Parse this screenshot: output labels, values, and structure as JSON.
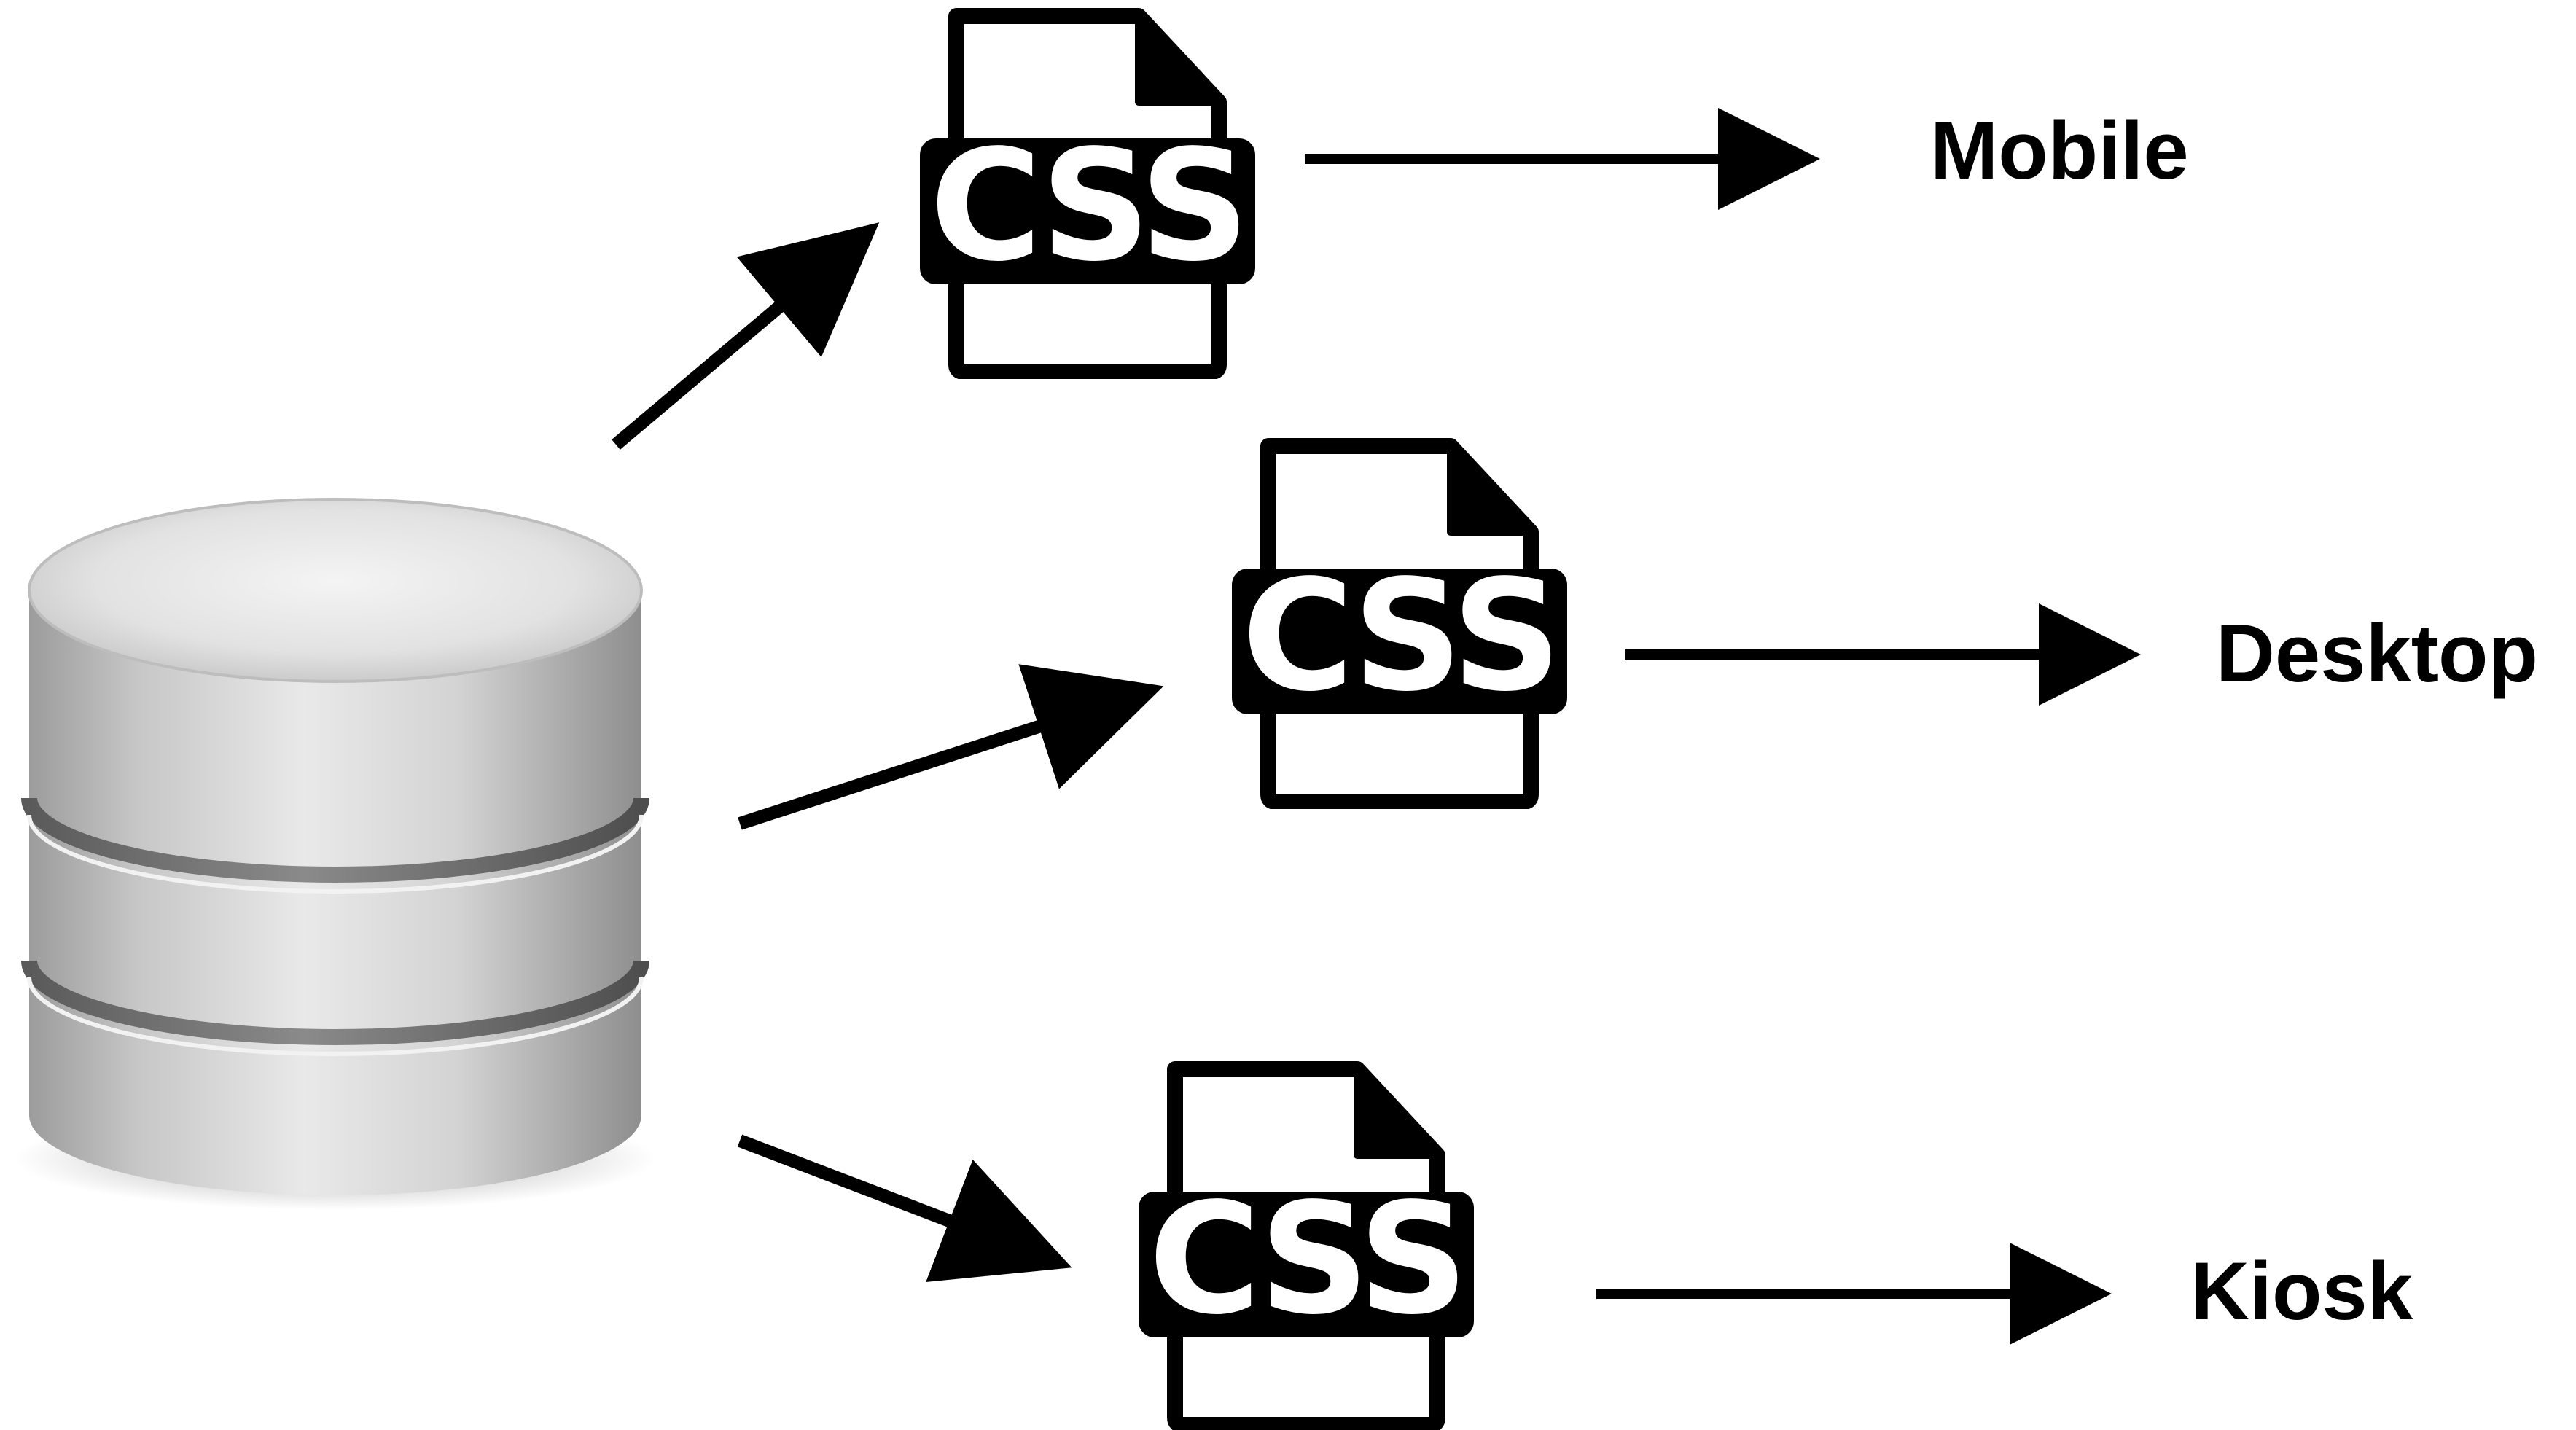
{
  "file_badge_text": "CSS",
  "targets": {
    "mobile": "Mobile",
    "desktop": "Desktop",
    "kiosk": "Kiosk"
  },
  "colors": {
    "ink": "#000000",
    "background": "#ffffff"
  },
  "icons": [
    "database-icon",
    "css-file-icon",
    "css-file-icon",
    "css-file-icon"
  ]
}
